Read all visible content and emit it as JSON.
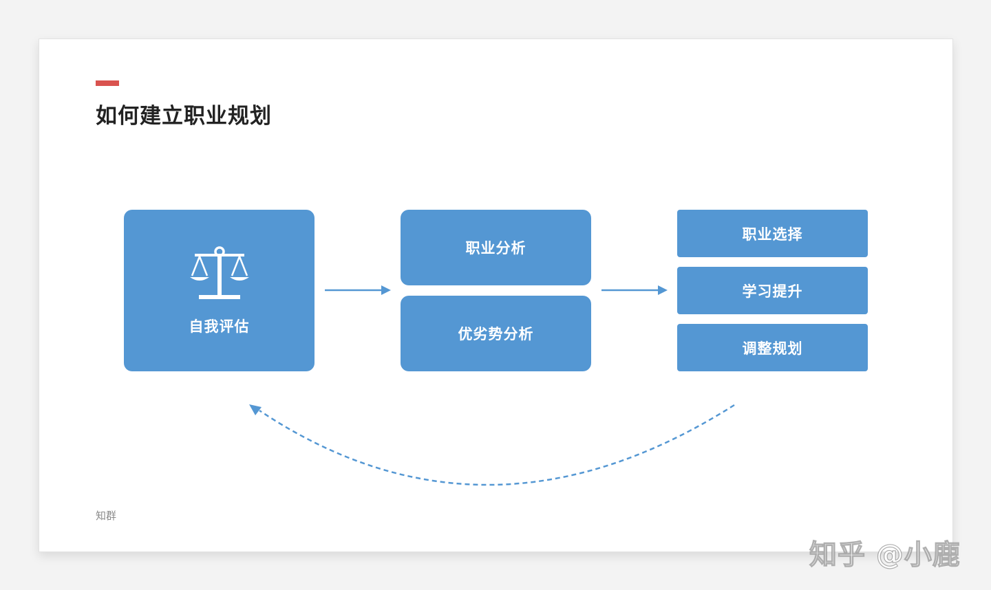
{
  "slide": {
    "title": "如何建立职业规划",
    "footer": "知群",
    "accent_color": "#d9534f",
    "box_color": "#5497d3"
  },
  "diagram": {
    "stage1": {
      "label": "自我评估",
      "icon": "balance-scale-icon"
    },
    "stage2": [
      "职业分析",
      "优劣势分析"
    ],
    "stage3": [
      "职业选择",
      "学习提升",
      "调整规划"
    ]
  },
  "watermark": "知乎 @小鹿"
}
